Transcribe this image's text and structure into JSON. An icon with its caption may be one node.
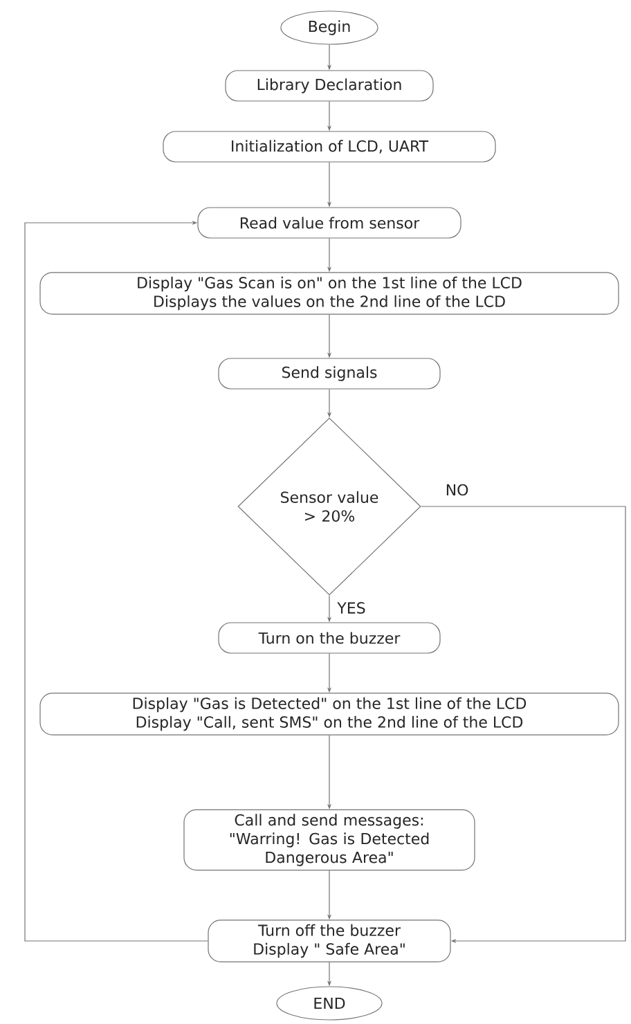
{
  "diagram": {
    "nodes": [
      {
        "text": [
          "Begin"
        ]
      },
      {
        "text": [
          "Library Declaration"
        ]
      },
      {
        "text": [
          "Initialization of LCD, UART"
        ]
      },
      {
        "text": [
          "Read value from sensor"
        ]
      },
      {
        "text": [
          "Display \"Gas Scan is on\" on the 1st line of the LCD",
          "Displays the values on the 2nd line of the LCD"
        ]
      },
      {
        "text": [
          "Send signals"
        ]
      },
      {
        "text": [
          "Sensor value > 20%"
        ]
      },
      {
        "text": [
          "Turn on the buzzer"
        ]
      },
      {
        "text": [
          "Display \"Gas is Detected\" on the 1st line of the LCD",
          "Display \"Call, sent SMS\" on the 2nd line of the LCD"
        ]
      },
      {
        "text": [
          "Call and send messages:",
          "\"Warring! Gas is Detected Dangerous Area\""
        ]
      },
      {
        "text": [
          "Turn off the buzzer",
          "Display \" Safe Area\""
        ]
      },
      {
        "text": [
          "END"
        ]
      }
    ],
    "edges": [
      {
        "from": 0,
        "to": 1,
        "arrow": "to"
      },
      {
        "from": 1,
        "to": 2,
        "arrow": "to"
      },
      {
        "from": 2,
        "to": 3,
        "arrow": "to"
      },
      {
        "from": 3,
        "to": 4,
        "arrow": "to"
      },
      {
        "from": 4,
        "to": 5,
        "arrow": "to"
      },
      {
        "from": 5,
        "to": 6,
        "arrow": "to"
      },
      {
        "from": 6,
        "to": 10,
        "arrow": "to",
        "label": "NO"
      },
      {
        "from": 6,
        "to": 7,
        "arrow": "to",
        "label": "YES"
      },
      {
        "from": 7,
        "to": 8,
        "arrow": "to"
      },
      {
        "from": 8,
        "to": 9,
        "arrow": "to"
      },
      {
        "from": 9,
        "to": 10,
        "arrow": "to"
      },
      {
        "from": 10,
        "to": 3,
        "arrow": "to"
      },
      {
        "from": 10,
        "to": 11,
        "arrow": "to"
      }
    ]
  }
}
